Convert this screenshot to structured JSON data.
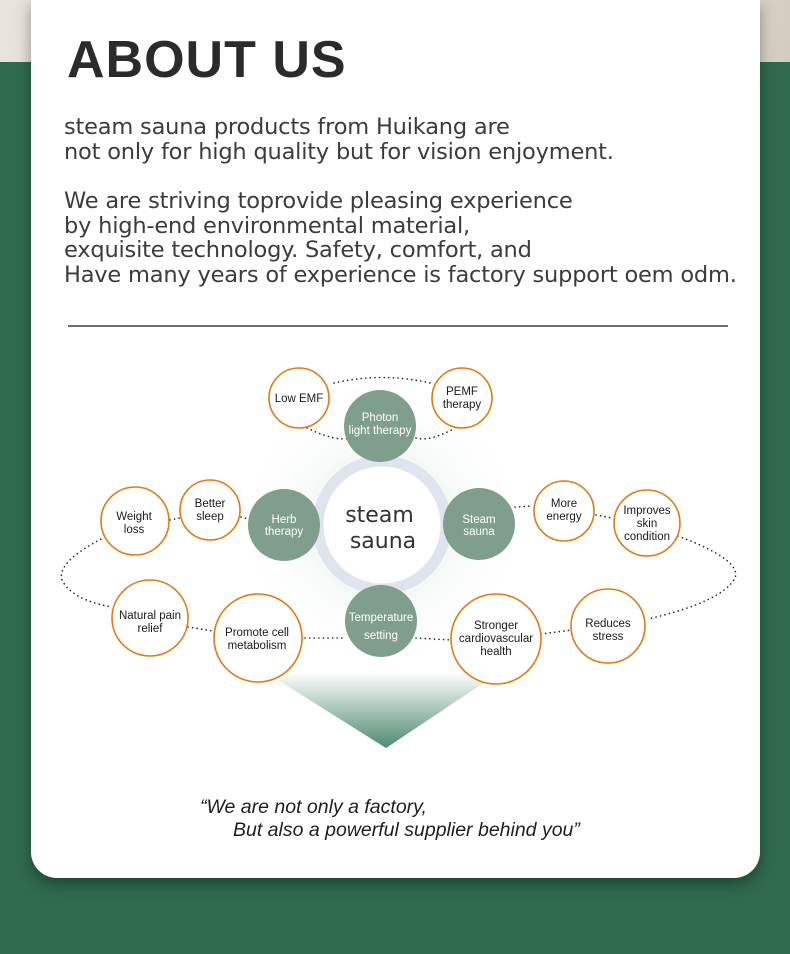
{
  "title": "ABOUT US",
  "intro": {
    "line1": "steam sauna products from Huikang are",
    "line2": "not only for high quality but for vision enjoyment."
  },
  "body": {
    "line1": "We are striving toprovide pleasing experience",
    "line2": "by high-end environmental material,",
    "line3": "exquisite technology. Safety, comfort, and",
    "line4": "Have many years of experience is factory support oem odm."
  },
  "diagram": {
    "center": {
      "line1": "steam",
      "line2": "sauna"
    },
    "hubs": {
      "photon": {
        "line1": "Photon",
        "line2": "light therapy"
      },
      "herb": {
        "line1": "Herb",
        "line2": "therapy"
      },
      "steam": {
        "line1": "Steam",
        "line2": "sauna"
      },
      "temperature": {
        "line1": "Temperature",
        "line2": "setting"
      }
    },
    "benefits": {
      "low_emf": {
        "line1": "Low EMF"
      },
      "pemf": {
        "line1": "PEMF",
        "line2": "therapy"
      },
      "weight_loss": {
        "line1": "Weight",
        "line2": "loss"
      },
      "better_sleep": {
        "line1": "Better",
        "line2": "sleep"
      },
      "more_energy": {
        "line1": "More",
        "line2": "energy"
      },
      "improves_skin": {
        "line1": "Improves",
        "line2": "skin",
        "line3": "condition"
      },
      "natural_pain": {
        "line1": "Natural pain",
        "line2": "relief"
      },
      "cell_metabolism": {
        "line1": "Promote cell",
        "line2": "metabolism"
      },
      "cardiovascular": {
        "line1": "Stronger",
        "line2": "cardiovascular",
        "line3": "health"
      },
      "reduces_stress": {
        "line1": "Reduces",
        "line2": "stress"
      }
    }
  },
  "quote": {
    "line1": "“We are not only a factory,",
    "line2": "But also a powerful supplier behind you”"
  },
  "colors": {
    "background": "#2f6a4d",
    "hub": "#7f9e8e",
    "benefit_border": "#e07b14",
    "ring": "#dfe4ef"
  }
}
